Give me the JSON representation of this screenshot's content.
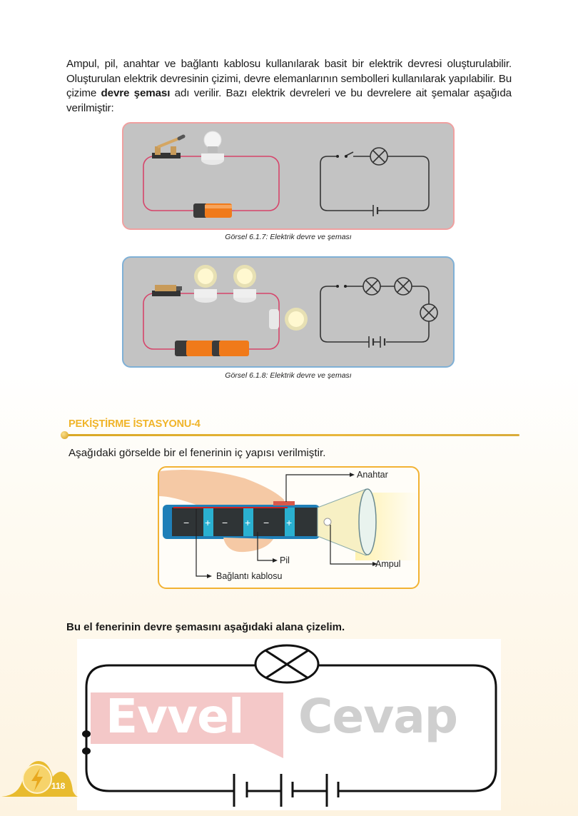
{
  "intro": {
    "part1": "Ampul, pil, anahtar ve bağlantı kablosu kullanılarak basit bir elektrik devresi oluşturula­bilir. Oluşturulan elektrik devresinin çizimi, devre elemanlarının sembolleri kullanılarak yapılabilir. Bu çizime ",
    "bold": "devre şeması",
    "part2": " adı verilir. Bazı elektrik devreleri ve bu devrelere ait şemalar aşağıda verilmiştir:"
  },
  "figures": [
    {
      "caption": "Görsel 6.1.7: Elektrik devre ve şeması",
      "components": {
        "switch": 1,
        "bulbs": 1,
        "batteries": 1
      },
      "border_color": "#f0a0a0"
    },
    {
      "caption": "Görsel 6.1.8: Elektrik devre ve şeması",
      "components": {
        "switch": 1,
        "bulbs": 3,
        "batteries": 2
      },
      "border_color": "#7fb0d6"
    }
  ],
  "section": {
    "title": "PEKİŞTİRME İSTASYONU-4",
    "color": "#f0b429"
  },
  "lead": "Aşağıdaki görselde bir el fenerinin iç yapısı verilmiştir.",
  "flashlight": {
    "labels": {
      "switch": "Anahtar",
      "battery": "Pil",
      "bulb": "Ampul",
      "wire": "Bağlantı kablosu"
    },
    "battery_signs": [
      "−",
      "+",
      "−",
      "+",
      "−",
      "+"
    ]
  },
  "task": "Bu el fenerinin devre şemasını aşağıdaki alana çizelim.",
  "answer_diagram": {
    "bulbs": 1,
    "battery_cells": 2,
    "switch_open": true
  },
  "watermark": {
    "left": "Evvel",
    "right": "Cevap"
  },
  "footer": {
    "page_number": "118",
    "accent": "#e8bb2e"
  }
}
